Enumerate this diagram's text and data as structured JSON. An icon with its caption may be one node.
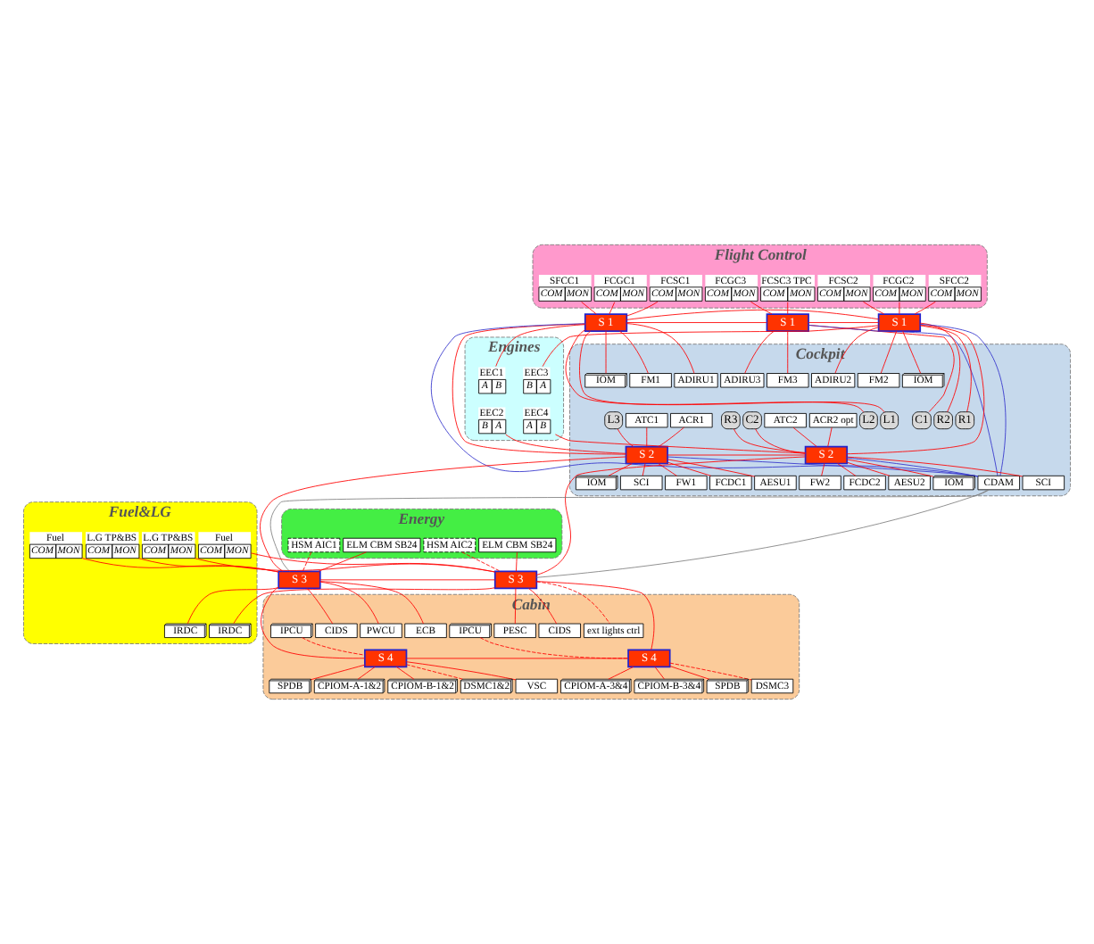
{
  "diagram": {
    "nodes": [
      {
        "text": [
          "Flight Control"
        ]
      },
      {
        "text": [
          "SFCC1",
          "COM",
          "MON"
        ],
        "in": 0
      },
      {
        "text": [
          "FCSC1",
          "COM",
          "MON"
        ],
        "in": 0
      },
      {
        "text": [
          "FCGC1",
          "COM",
          "MON"
        ],
        "in": 0
      },
      {
        "text": [
          "FCGC3",
          "COM",
          "MON"
        ],
        "in": 0
      },
      {
        "text": [
          "FCSC3 TPC",
          "COM",
          "MON"
        ],
        "in": 0
      },
      {
        "text": [
          "FCGC2",
          "COM",
          "MON"
        ],
        "in": 0
      },
      {
        "text": [
          "FCSC2",
          "COM",
          "MON"
        ],
        "in": 0
      },
      {
        "text": [
          "SFCC2",
          "COM",
          "MON"
        ],
        "in": 0
      },
      {
        "text": [
          "S 1"
        ]
      },
      {
        "text": [
          "S 1"
        ]
      },
      {
        "text": [
          "S 1"
        ]
      },
      {
        "text": [
          "Cockpit"
        ]
      },
      {
        "text": [
          "IOM"
        ],
        "in": 12
      },
      {
        "text": [
          "ADIRU1"
        ],
        "in": 12
      },
      {
        "text": [
          "FM1"
        ],
        "in": 12
      },
      {
        "text": [
          "ADIRU3"
        ],
        "in": 12
      },
      {
        "text": [
          "FM3"
        ],
        "in": 12
      },
      {
        "text": [
          "FM2"
        ],
        "in": 12
      },
      {
        "text": [
          "ADIRU2"
        ],
        "in": 12
      },
      {
        "text": [
          "IOM"
        ],
        "in": 12
      },
      {
        "text": [
          "L1"
        ],
        "in": 12
      },
      {
        "text": [
          "L2"
        ],
        "in": 12
      },
      {
        "text": [
          "C1"
        ],
        "in": 12
      },
      {
        "text": [
          "R2"
        ],
        "in": 12
      },
      {
        "text": [
          "R1"
        ],
        "in": 12
      },
      {
        "text": [
          "L3"
        ],
        "in": 12
      },
      {
        "text": [
          "C2"
        ],
        "in": 12
      },
      {
        "text": [
          "R3"
        ],
        "in": 12
      },
      {
        "text": [
          "ACR1"
        ],
        "in": 12
      },
      {
        "text": [
          "ATC1"
        ],
        "in": 12
      },
      {
        "text": [
          "ACR2 opt"
        ],
        "in": 12
      },
      {
        "text": [
          "ATC2"
        ],
        "in": 12
      },
      {
        "text": [
          "S 2"
        ],
        "in": 12
      },
      {
        "text": [
          "S 2"
        ],
        "in": 12
      },
      {
        "text": [
          "FW1"
        ],
        "in": 12
      },
      {
        "text": [
          "FCDC1"
        ],
        "in": 12
      },
      {
        "text": [
          "AESU1"
        ],
        "in": 12
      },
      {
        "text": [
          "IOM"
        ],
        "in": 12
      },
      {
        "text": [
          "SCI"
        ],
        "in": 12
      },
      {
        "text": [
          "FW2"
        ],
        "in": 12
      },
      {
        "text": [
          "FCDC2"
        ],
        "in": 12
      },
      {
        "text": [
          "AESU2"
        ],
        "in": 12
      },
      {
        "text": [
          "IOM"
        ],
        "in": 12
      },
      {
        "text": [
          "SCI"
        ],
        "in": 12
      },
      {
        "text": [
          "CDAM"
        ],
        "in": 12
      },
      {
        "text": [
          "Engines"
        ]
      },
      {
        "text": [
          "EEC1",
          "A",
          "B"
        ],
        "in": 46
      },
      {
        "text": [
          "EEC2",
          "B",
          "A"
        ],
        "in": 46
      },
      {
        "text": [
          "EEC3",
          "B",
          "A"
        ],
        "in": 46
      },
      {
        "text": [
          "EEC4",
          "A",
          "B"
        ],
        "in": 46
      },
      {
        "text": [
          "Energy"
        ]
      },
      {
        "text": [
          "ELM CBM SB24"
        ],
        "in": 51
      },
      {
        "text": [
          "HSM AIC1"
        ],
        "in": 51
      },
      {
        "text": [
          "ELM CBM SB24"
        ],
        "in": 51
      },
      {
        "text": [
          "HSM AIC2"
        ],
        "in": 51
      },
      {
        "text": [
          "Fuel&LG"
        ]
      },
      {
        "text": [
          "L.G TP&BS",
          "COM",
          "MON"
        ],
        "in": 56
      },
      {
        "text": [
          "Fuel",
          "COM",
          "MON"
        ],
        "in": 56
      },
      {
        "text": [
          "IRDC"
        ],
        "in": 56
      },
      {
        "text": [
          "Fuel",
          "COM",
          "MON"
        ],
        "in": 56
      },
      {
        "text": [
          "L.G TP&BS",
          "COM",
          "MON"
        ],
        "in": 56
      },
      {
        "text": [
          "IRDC"
        ],
        "in": 56
      },
      {
        "text": [
          "S 3"
        ]
      },
      {
        "text": [
          "S 3"
        ]
      },
      {
        "text": [
          "Cabin"
        ]
      },
      {
        "text": [
          "S 4"
        ],
        "in": 65
      },
      {
        "text": [
          "S 4"
        ],
        "in": 65
      },
      {
        "text": [
          "ECB"
        ],
        "in": 65
      },
      {
        "text": [
          "ext lights ctrl"
        ],
        "in": 65
      },
      {
        "text": [
          "CIDS"
        ],
        "in": 65
      },
      {
        "text": [
          "IPCU"
        ],
        "in": 65
      },
      {
        "text": [
          "PWCU"
        ],
        "in": 65
      },
      {
        "text": [
          "VSC"
        ],
        "in": 65
      },
      {
        "text": [
          "SPDB"
        ],
        "in": 65
      },
      {
        "text": [
          "CPIOM-A-1&2"
        ],
        "in": 65
      },
      {
        "text": [
          "CPIOM-B-1&2"
        ],
        "in": 65
      },
      {
        "text": [
          "DSMC1&2"
        ],
        "in": 65
      },
      {
        "text": [
          "CIDS"
        ],
        "in": 65
      },
      {
        "text": [
          "PESC"
        ],
        "in": 65
      },
      {
        "text": [
          "IPCU"
        ],
        "in": 65
      },
      {
        "text": [
          "DSMC3"
        ],
        "in": 65
      },
      {
        "text": [
          "CPIOM-A-3&4"
        ],
        "in": 65
      },
      {
        "text": [
          "CPIOM-B-3&4"
        ],
        "in": 65
      },
      {
        "text": [
          "SPDB"
        ],
        "in": 65
      }
    ],
    "edges": [
      {
        "from": 9,
        "to": 10,
        "arrow": "none"
      },
      {
        "from": 10,
        "to": 11,
        "arrow": "none"
      },
      {
        "from": 9,
        "to": 11,
        "arrow": "none"
      },
      {
        "from": 9,
        "to": 33,
        "arrow": "none"
      },
      {
        "from": 11,
        "to": 34,
        "arrow": "none"
      },
      {
        "from": 33,
        "to": 34,
        "arrow": "none"
      },
      {
        "from": 33,
        "to": 63,
        "arrow": "none"
      },
      {
        "from": 34,
        "to": 64,
        "arrow": "none"
      },
      {
        "from": 63,
        "to": 64,
        "arrow": "none"
      },
      {
        "from": 63,
        "to": 66,
        "arrow": "none"
      },
      {
        "from": 64,
        "to": 67,
        "arrow": "none"
      },
      {
        "from": 66,
        "to": 67,
        "arrow": "none"
      },
      {
        "from": 9,
        "to": 45,
        "arrow": "none",
        "color": "#3333cc"
      },
      {
        "from": 10,
        "to": 45,
        "arrow": "none",
        "color": "#3333cc"
      },
      {
        "from": 11,
        "to": 45,
        "arrow": "none",
        "color": "#3333cc"
      },
      {
        "from": 33,
        "to": 45,
        "arrow": "none",
        "color": "#3333cc"
      },
      {
        "from": 34,
        "to": 45,
        "arrow": "none",
        "color": "#3333cc"
      },
      {
        "from": 45,
        "to": 63,
        "arrow": "none",
        "color": "#808080"
      },
      {
        "from": 45,
        "to": 64,
        "arrow": "none",
        "color": "#808080"
      },
      {
        "from": 1,
        "to": 9,
        "arrow": "none"
      },
      {
        "from": 2,
        "to": 9,
        "arrow": "none"
      },
      {
        "from": 3,
        "to": 9,
        "arrow": "none"
      },
      {
        "from": 4,
        "to": 10,
        "arrow": "none"
      },
      {
        "from": 5,
        "to": 10,
        "arrow": "none"
      },
      {
        "from": 6,
        "to": 11,
        "arrow": "none"
      },
      {
        "from": 7,
        "to": 11,
        "arrow": "none"
      },
      {
        "from": 8,
        "to": 11,
        "arrow": "none"
      },
      {
        "from": 13,
        "to": 9,
        "arrow": "none"
      },
      {
        "from": 14,
        "to": 9,
        "arrow": "none"
      },
      {
        "from": 15,
        "to": 9,
        "arrow": "none"
      },
      {
        "from": 16,
        "to": 10,
        "arrow": "none"
      },
      {
        "from": 17,
        "to": 10,
        "arrow": "none"
      },
      {
        "from": 18,
        "to": 11,
        "arrow": "none"
      },
      {
        "from": 19,
        "to": 11,
        "arrow": "none"
      },
      {
        "from": 20,
        "to": 11,
        "arrow": "none"
      },
      {
        "from": 21,
        "to": 9,
        "arrow": "none"
      },
      {
        "from": 22,
        "to": 9,
        "arrow": "none"
      },
      {
        "from": 23,
        "to": 10,
        "arrow": "none"
      },
      {
        "from": 24,
        "to": 11,
        "arrow": "none"
      },
      {
        "from": 25,
        "to": 11,
        "arrow": "none"
      },
      {
        "from": 26,
        "to": 33,
        "arrow": "none"
      },
      {
        "from": 27,
        "to": 34,
        "arrow": "none"
      },
      {
        "from": 28,
        "to": 34,
        "arrow": "none"
      },
      {
        "from": 29,
        "to": 33,
        "arrow": "none"
      },
      {
        "from": 30,
        "to": 33,
        "arrow": "none"
      },
      {
        "from": 31,
        "to": 34,
        "arrow": "none"
      },
      {
        "from": 32,
        "to": 34,
        "arrow": "none"
      },
      {
        "from": 35,
        "to": 33,
        "arrow": "none"
      },
      {
        "from": 36,
        "to": 33,
        "arrow": "none"
      },
      {
        "from": 37,
        "to": 33,
        "arrow": "none"
      },
      {
        "from": 38,
        "to": 33,
        "arrow": "none"
      },
      {
        "from": 39,
        "to": 33,
        "arrow": "none"
      },
      {
        "from": 40,
        "to": 34,
        "arrow": "none"
      },
      {
        "from": 41,
        "to": 34,
        "arrow": "none"
      },
      {
        "from": 42,
        "to": 34,
        "arrow": "none"
      },
      {
        "from": 43,
        "to": 34,
        "arrow": "none"
      },
      {
        "from": 44,
        "to": 34,
        "arrow": "none"
      },
      {
        "from": 47,
        "to": 9,
        "arrow": "none"
      },
      {
        "from": 48,
        "to": 33,
        "arrow": "none"
      },
      {
        "from": 49,
        "to": 11,
        "arrow": "none"
      },
      {
        "from": 50,
        "to": 34,
        "arrow": "none"
      },
      {
        "from": 52,
        "to": 63,
        "arrow": "none"
      },
      {
        "from": 53,
        "to": 63,
        "arrow": "none",
        "style": "dashed"
      },
      {
        "from": 54,
        "to": 64,
        "arrow": "none"
      },
      {
        "from": 55,
        "to": 64,
        "arrow": "none",
        "style": "dashed"
      },
      {
        "from": 57,
        "to": 63,
        "arrow": "none"
      },
      {
        "from": 58,
        "to": 63,
        "arrow": "none"
      },
      {
        "from": 59,
        "to": 63,
        "arrow": "none"
      },
      {
        "from": 60,
        "to": 64,
        "arrow": "none"
      },
      {
        "from": 61,
        "to": 64,
        "arrow": "none"
      },
      {
        "from": 62,
        "to": 64,
        "arrow": "none"
      },
      {
        "from": 68,
        "to": 63,
        "arrow": "none"
      },
      {
        "from": 69,
        "to": 64,
        "arrow": "none",
        "style": "dashed"
      },
      {
        "from": 70,
        "to": 63,
        "arrow": "none"
      },
      {
        "from": 71,
        "to": 66,
        "arrow": "none",
        "style": "dashed"
      },
      {
        "from": 72,
        "to": 63,
        "arrow": "none"
      },
      {
        "from": 73,
        "to": 66,
        "arrow": "none"
      },
      {
        "from": 74,
        "to": 66,
        "arrow": "none"
      },
      {
        "from": 75,
        "to": 66,
        "arrow": "none"
      },
      {
        "from": 76,
        "to": 66,
        "arrow": "none"
      },
      {
        "from": 77,
        "to": 66,
        "arrow": "none",
        "style": "dashed"
      },
      {
        "from": 78,
        "to": 64,
        "arrow": "none"
      },
      {
        "from": 79,
        "to": 64,
        "arrow": "none"
      },
      {
        "from": 80,
        "to": 67,
        "arrow": "none",
        "style": "dashed"
      },
      {
        "from": 81,
        "to": 67,
        "arrow": "none",
        "style": "dashed"
      },
      {
        "from": 82,
        "to": 67,
        "arrow": "none"
      },
      {
        "from": 83,
        "to": 67,
        "arrow": "none"
      },
      {
        "from": 84,
        "to": 67,
        "arrow": "none"
      }
    ]
  }
}
